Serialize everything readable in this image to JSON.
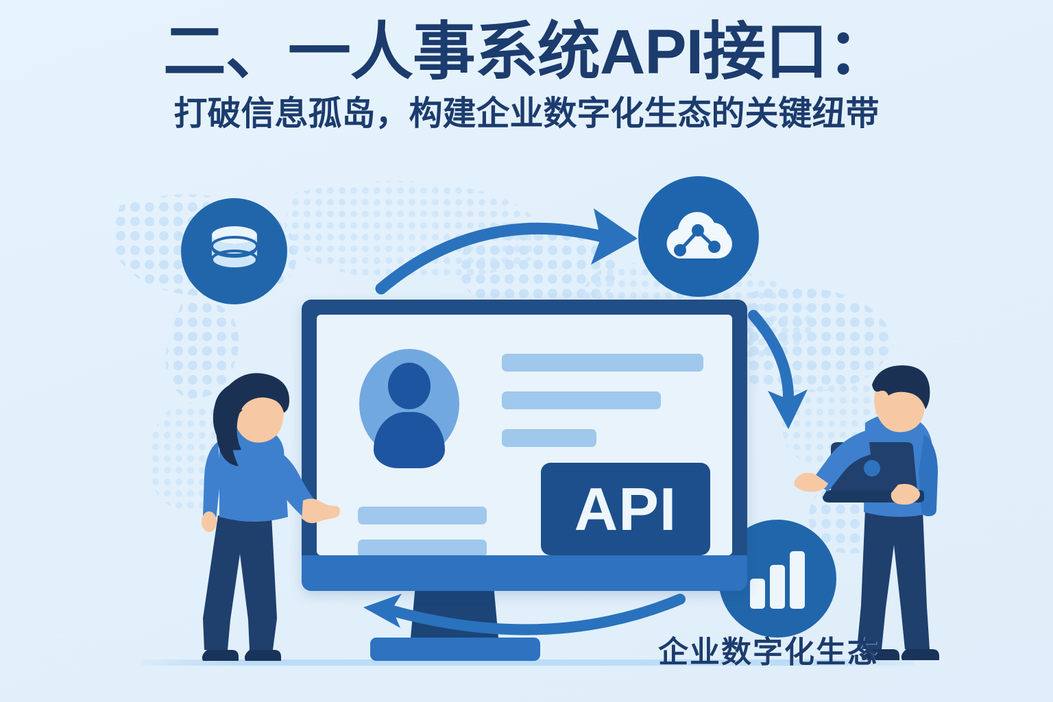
{
  "heading": {
    "main_title": "二、一人事系统API接口：",
    "subtitle": "打破信息孤岛，构建企业数字化生态的关键纽带"
  },
  "caption": {
    "text": "企业数字化生态"
  },
  "monitor": {
    "api_badge_label": "API",
    "screen_placeholder_bars": 5,
    "avatar_label": "employee-avatar"
  },
  "icons": {
    "database": "database-icon",
    "cloud": "cloud-network-icon",
    "chart": "bar-chart-icon"
  },
  "arrows": {
    "db_to_cloud": "curved-arrow-right",
    "cloud_to_person": "curved-arrow-down",
    "chart_to_monitor": "curved-arrow-left"
  },
  "people": {
    "left": "woman-pointing-at-screen",
    "right": "man-holding-laptop"
  },
  "colors": {
    "background": "#e3f2fc",
    "primary_blue": "#2166ab",
    "dark_navy": "#1c3c6e",
    "mid_blue": "#2e72c0",
    "light_blue": "#9fc8ec",
    "screen_bg": "#e9f3fb",
    "badge_bg": "#1d4f8c",
    "skin": "#f6c9a4",
    "hair": "#1b3154"
  }
}
